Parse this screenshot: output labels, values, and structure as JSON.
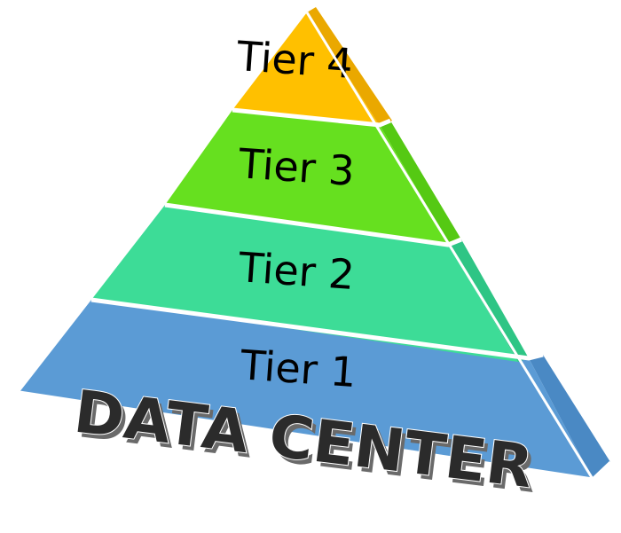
{
  "pyramid": {
    "tiers": [
      {
        "label": "Tier 1",
        "color": "#5b9bd5",
        "side_color": "#4a89c4"
      },
      {
        "label": "Tier 2",
        "color": "#3ddc97",
        "side_color": "#2ec585"
      },
      {
        "label": "Tier 3",
        "color": "#66e01f",
        "side_color": "#55c913"
      },
      {
        "label": "Tier 4",
        "color": "#ffc000",
        "side_color": "#eaa800"
      }
    ],
    "divider_color": "#ffffff"
  },
  "banner": {
    "text": "DATA CENTER",
    "text_color": "#2b2b2b",
    "shadow_color": "#6a6a6a"
  }
}
